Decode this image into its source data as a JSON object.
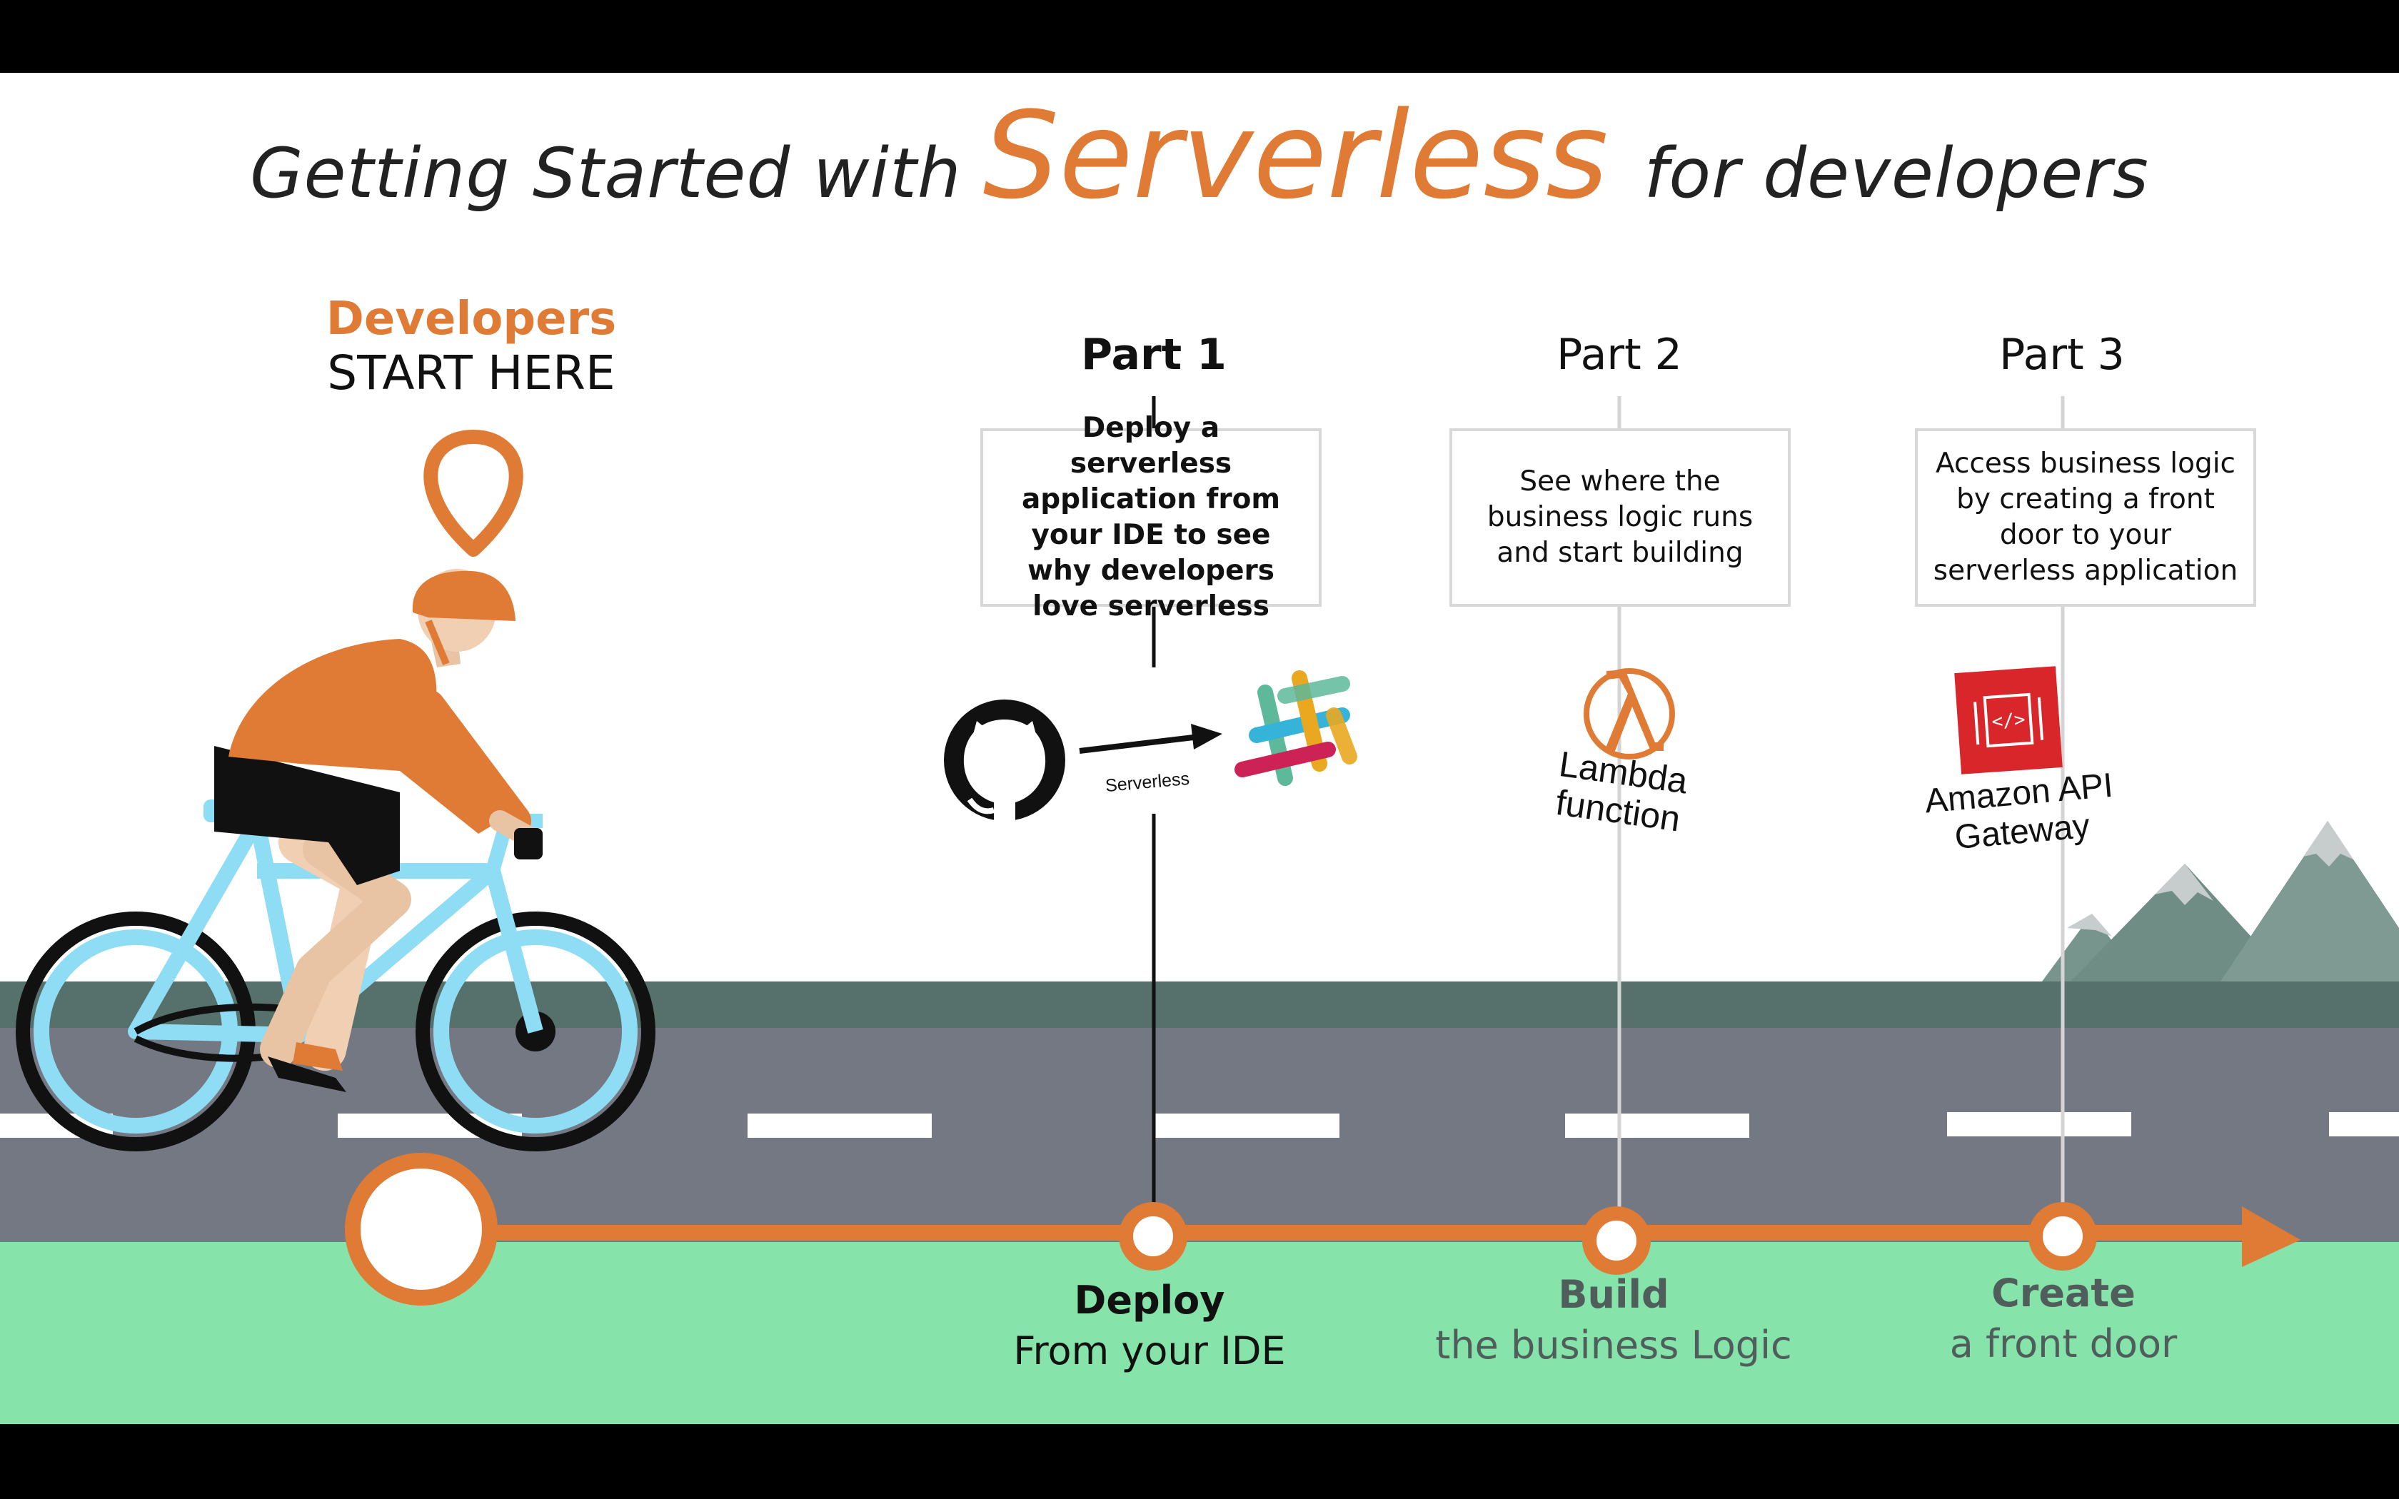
{
  "title": {
    "prefix": "Getting Started with",
    "highlight": "Serverless",
    "suffix": "for developers"
  },
  "start": {
    "line1": "Developers",
    "line2": "START HERE"
  },
  "parts": [
    {
      "heading": "Part 1",
      "description": "Deploy a serverless application from your IDE to see why developers love serverless",
      "milestone_title": "Deploy",
      "milestone_subtitle": "From your IDE"
    },
    {
      "heading": "Part 2",
      "description": "See where the business logic runs and start building",
      "milestone_title": "Build",
      "milestone_subtitle": "the business Logic"
    },
    {
      "heading": "Part 3",
      "description": "Access business logic by creating a front door to your serverless application",
      "milestone_title": "Create",
      "milestone_subtitle": "a front door"
    }
  ],
  "icons": {
    "part1_arrow_label": "Serverless",
    "lambda_label": "Lambda function",
    "api_gateway_label": "Amazon API Gateway",
    "part1_left_icon": "github-icon",
    "part1_right_icon": "slack-icon",
    "part2_icon": "lambda-icon",
    "part3_icon": "api-gateway-icon",
    "start_icon": "map-pin-icon"
  },
  "colors": {
    "accent": "#e07b36",
    "road": "#737882",
    "grass": "#86e3aa",
    "shoulder": "#56706b",
    "bike": "#8fdcf5",
    "api_red": "#d8262b"
  }
}
